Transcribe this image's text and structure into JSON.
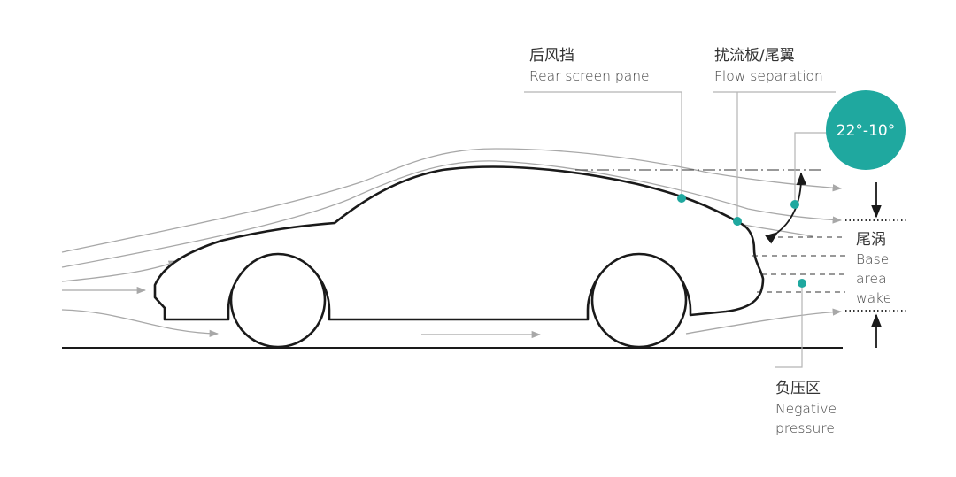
{
  "colors": {
    "accent": "#1fa89f",
    "outline": "#1a1a1a",
    "flow": "#a8a8a8"
  },
  "labels": {
    "rear_screen": {
      "zh": "后风挡",
      "en": "Rear screen panel"
    },
    "spoiler": {
      "zh": "扰流板/尾翼",
      "en": "Flow separation"
    },
    "angle_badge": "22°-10°",
    "wake": {
      "zh": "尾涡",
      "en_line1": "Base",
      "en_line2": "area",
      "en_line3": "wake"
    },
    "negative_pressure": {
      "zh": "负压区",
      "en_line1": "Negative",
      "en_line2": "pressure"
    }
  }
}
